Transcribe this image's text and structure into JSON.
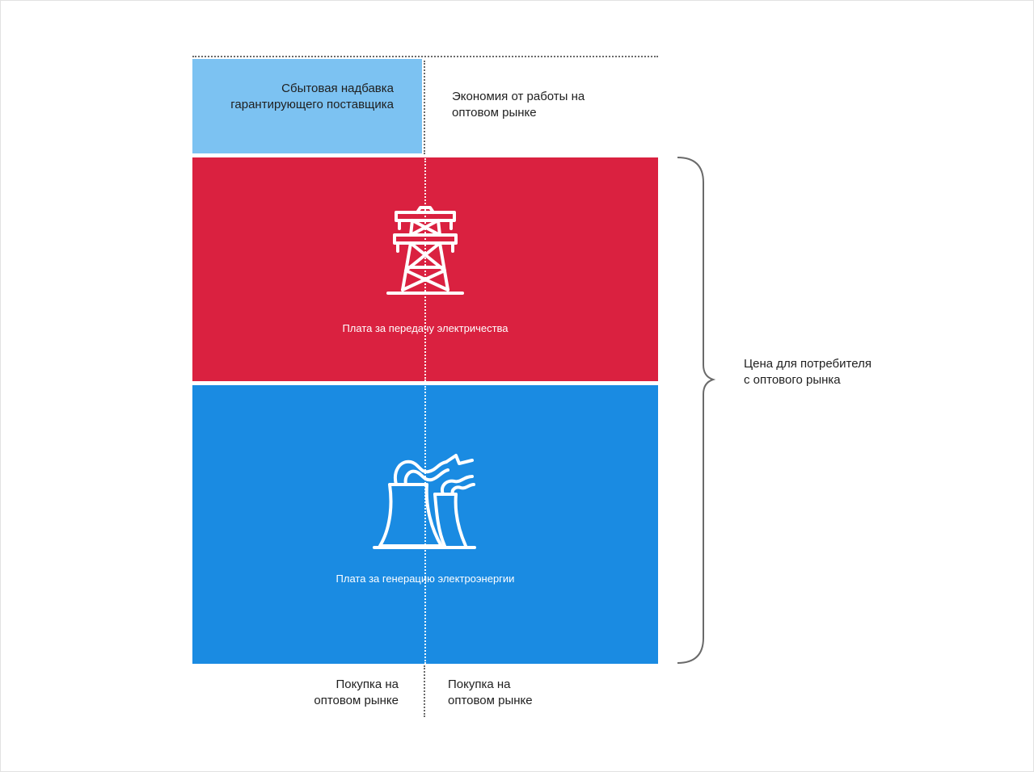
{
  "colors": {
    "light_blue": "#7cc2f2",
    "red": "#da2140",
    "blue": "#1a8be2",
    "white": "#ffffff",
    "text": "#1f1f1f",
    "dash": "#6a6a6a"
  },
  "diagram": {
    "top_block": {
      "label": "Сбытовая надбавка гарантирующего поставщика"
    },
    "savings_label": "Экономия от работы на оптовом рынке",
    "transmission_block": {
      "label": "Плата за передачу электричества",
      "icon": "power-tower-icon"
    },
    "generation_block": {
      "label": "Плата за генерацию электроэнергии",
      "icon": "power-plant-icon"
    },
    "brace_label": "Цена для потребителя с оптового рынка",
    "bottom_left_label": "Покупка на оптовом рынке",
    "bottom_right_label": "Покупка на оптовом рынке"
  }
}
